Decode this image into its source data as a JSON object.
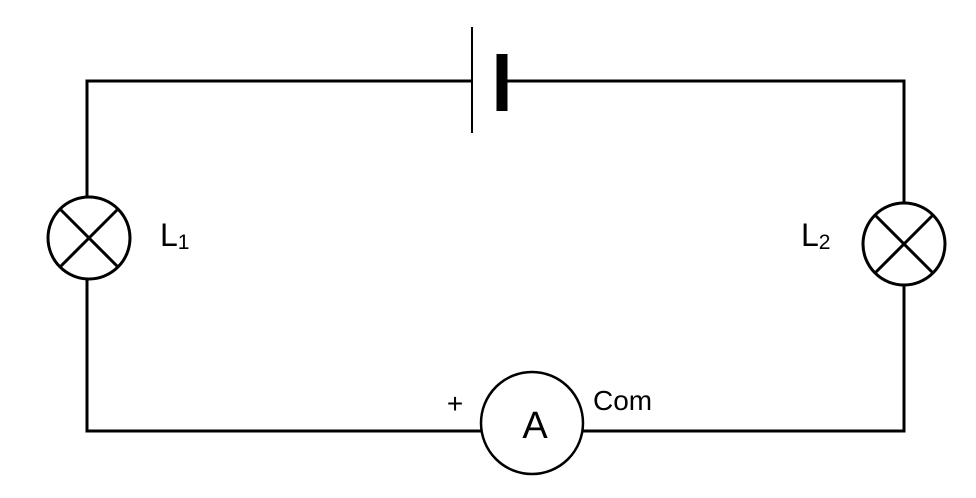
{
  "lamps": [
    {
      "letter": "L",
      "subscript": "1"
    },
    {
      "letter": "L",
      "subscript": "2"
    }
  ],
  "ammeter": {
    "symbol": "A",
    "positive_terminal": "+",
    "common_terminal": "Com"
  }
}
